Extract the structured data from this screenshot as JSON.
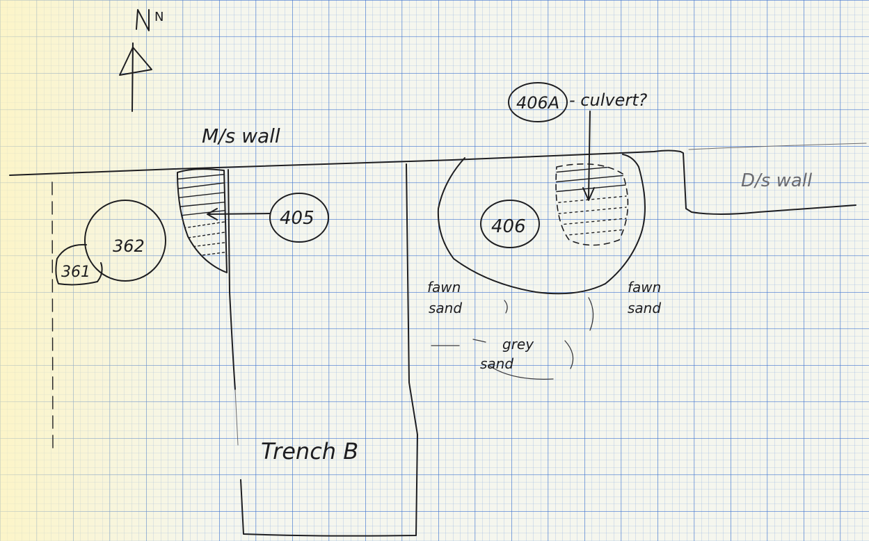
{
  "paper": {
    "background": "#f5f6ee",
    "grid_minor_color": "#8eaee0",
    "grid_major_color": "#3f74d0",
    "ink_color": "#1d1d20",
    "faint_ink_color": "#6b6b70"
  },
  "north_arrow": {
    "label": "N"
  },
  "walls": {
    "ms_wall": "M/s wall",
    "ds_wall": "D/s wall"
  },
  "features": {
    "f361": "361",
    "f362": "362",
    "f405": "405",
    "f406": "406",
    "f406a": "406A",
    "f406a_note": "- culvert?"
  },
  "deposits": {
    "left_fawn_line1": "fawn",
    "left_fawn_line2": "sand",
    "right_fawn_line1": "fawn",
    "right_fawn_line2": "sand",
    "grey_line1": "grey",
    "grey_line2": "sand"
  },
  "trench": {
    "label": "Trench B"
  }
}
